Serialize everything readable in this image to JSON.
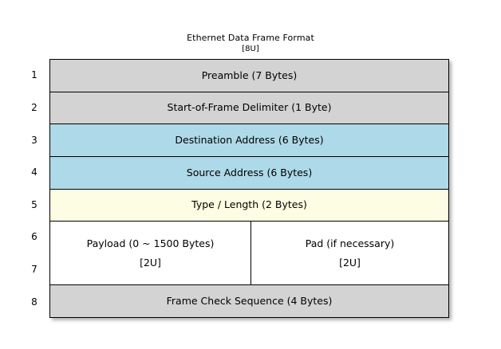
{
  "diagram": {
    "title": "Ethernet Data Frame Format",
    "subtitle": "[8U]",
    "row_numbers": [
      "1",
      "2",
      "3",
      "4",
      "5",
      "6",
      "7",
      "8"
    ],
    "colors": {
      "header_gray": "#d3d3d3",
      "address_blue": "#aed9e8",
      "type_yellow": "#fdfde3",
      "payload_white": "#ffffff",
      "border": "#000000",
      "background": "#ffffff"
    },
    "rows": [
      {
        "index": "1",
        "label": "Preamble (7 Bytes)",
        "fill": "#d3d3d3"
      },
      {
        "index": "2",
        "label": "Start-of-Frame Delimiter (1 Byte)",
        "fill": "#d3d3d3"
      },
      {
        "index": "3",
        "label": "Destination Address (6 Bytes)",
        "fill": "#aed9e8"
      },
      {
        "index": "4",
        "label": "Source Address (6 Bytes)",
        "fill": "#aed9e8"
      },
      {
        "index": "5",
        "label": "Type / Length (2 Bytes)",
        "fill": "#fdfde3"
      },
      {
        "index": "6-7",
        "fill": "#ffffff",
        "split": [
          {
            "label": "Payload (0 ~ 1500 Bytes)",
            "sub": "[2U]"
          },
          {
            "label": "Pad (if necessary)",
            "sub": "[2U]"
          }
        ]
      },
      {
        "index": "8",
        "label": "Frame Check Sequence (4 Bytes)",
        "fill": "#d3d3d3"
      }
    ]
  }
}
